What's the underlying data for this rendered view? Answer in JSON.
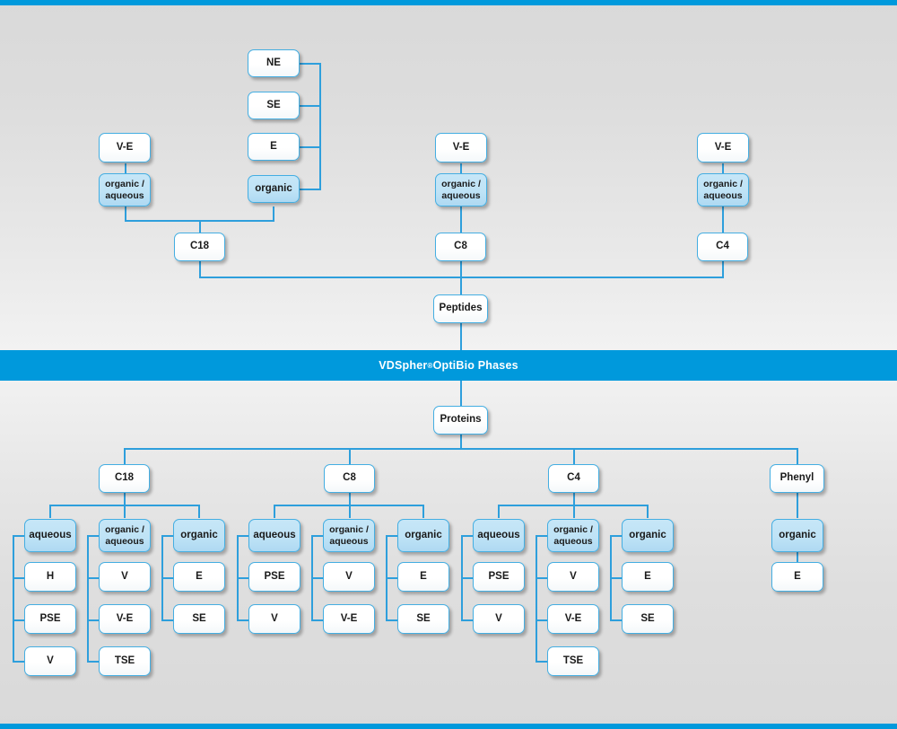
{
  "banner": {
    "brand": "VDSpher",
    "trademark": "®",
    "rest": " OptiBio Phases"
  },
  "diagram": {
    "type": "tree-flowchart",
    "root_peptides": "Peptides",
    "root_proteins": "Proteins",
    "peptides_section": {
      "title": "Peptides",
      "columns": [
        {
          "phase": "C18",
          "modes": [
            {
              "label": "organic / aqueous",
              "label_line1": "organic /",
              "label_line2": "aqueous",
              "highlight": true,
              "children": [
                "V-E"
              ]
            },
            {
              "label": "organic",
              "highlight": true,
              "children": [
                "NE",
                "SE",
                "E"
              ]
            }
          ]
        },
        {
          "phase": "C8",
          "modes": [
            {
              "label": "organic / aqueous",
              "label_line1": "organic /",
              "label_line2": "aqueous",
              "highlight": true,
              "children": [
                "V-E"
              ]
            }
          ]
        },
        {
          "phase": "C4",
          "modes": [
            {
              "label": "organic / aqueous",
              "label_line1": "organic /",
              "label_line2": "aqueous",
              "highlight": true,
              "children": [
                "V-E"
              ]
            }
          ]
        }
      ]
    },
    "proteins_section": {
      "title": "Proteins",
      "columns": [
        {
          "phase": "C18",
          "modes": [
            {
              "label": "aqueous",
              "highlight": true,
              "children": [
                "H",
                "PSE",
                "V"
              ]
            },
            {
              "label": "organic / aqueous",
              "label_line1": "organic /",
              "label_line2": "aqueous",
              "highlight": true,
              "children": [
                "V",
                "V-E",
                "TSE"
              ]
            },
            {
              "label": "organic",
              "highlight": true,
              "children": [
                "E",
                "SE"
              ]
            }
          ]
        },
        {
          "phase": "C8",
          "modes": [
            {
              "label": "aqueous",
              "highlight": true,
              "children": [
                "PSE",
                "V"
              ]
            },
            {
              "label": "organic / aqueous",
              "label_line1": "organic /",
              "label_line2": "aqueous",
              "highlight": true,
              "children": [
                "V",
                "V-E"
              ]
            },
            {
              "label": "organic",
              "highlight": true,
              "children": [
                "E",
                "SE"
              ]
            }
          ]
        },
        {
          "phase": "C4",
          "modes": [
            {
              "label": "aqueous",
              "highlight": true,
              "children": [
                "PSE",
                "V"
              ]
            },
            {
              "label": "organic / aqueous",
              "label_line1": "organic /",
              "label_line2": "aqueous",
              "highlight": true,
              "children": [
                "V",
                "V-E",
                "TSE"
              ]
            },
            {
              "label": "organic",
              "highlight": true,
              "children": [
                "E",
                "SE"
              ]
            }
          ]
        },
        {
          "phase": "Phenyl",
          "modes": [
            {
              "label": "organic",
              "highlight": true,
              "children": [
                "E"
              ]
            }
          ]
        }
      ]
    }
  },
  "colors": {
    "accent": "#0099dc",
    "line": "#2e9fdc",
    "box_border": "#44aee2",
    "box_fill": "#ffffff",
    "box_fill_highlight": "#bfe3f6",
    "background": "#d9d9d9",
    "banner_text": "#ffffff"
  },
  "labels": {
    "t_ne": "NE",
    "t_se": "SE",
    "t_e": "E",
    "t_organic": "organic",
    "t_ve": "V-E",
    "t_oa1": "organic /",
    "t_oa2": "aqueous",
    "t_c18": "C18",
    "t_c8": "C8",
    "t_c4": "C4",
    "t_phenyl": "Phenyl",
    "t_peptides": "Peptides",
    "t_proteins": "Proteins",
    "t_aqueous": "aqueous",
    "t_h": "H",
    "t_pse": "PSE",
    "t_v": "V",
    "t_tse": "TSE"
  }
}
